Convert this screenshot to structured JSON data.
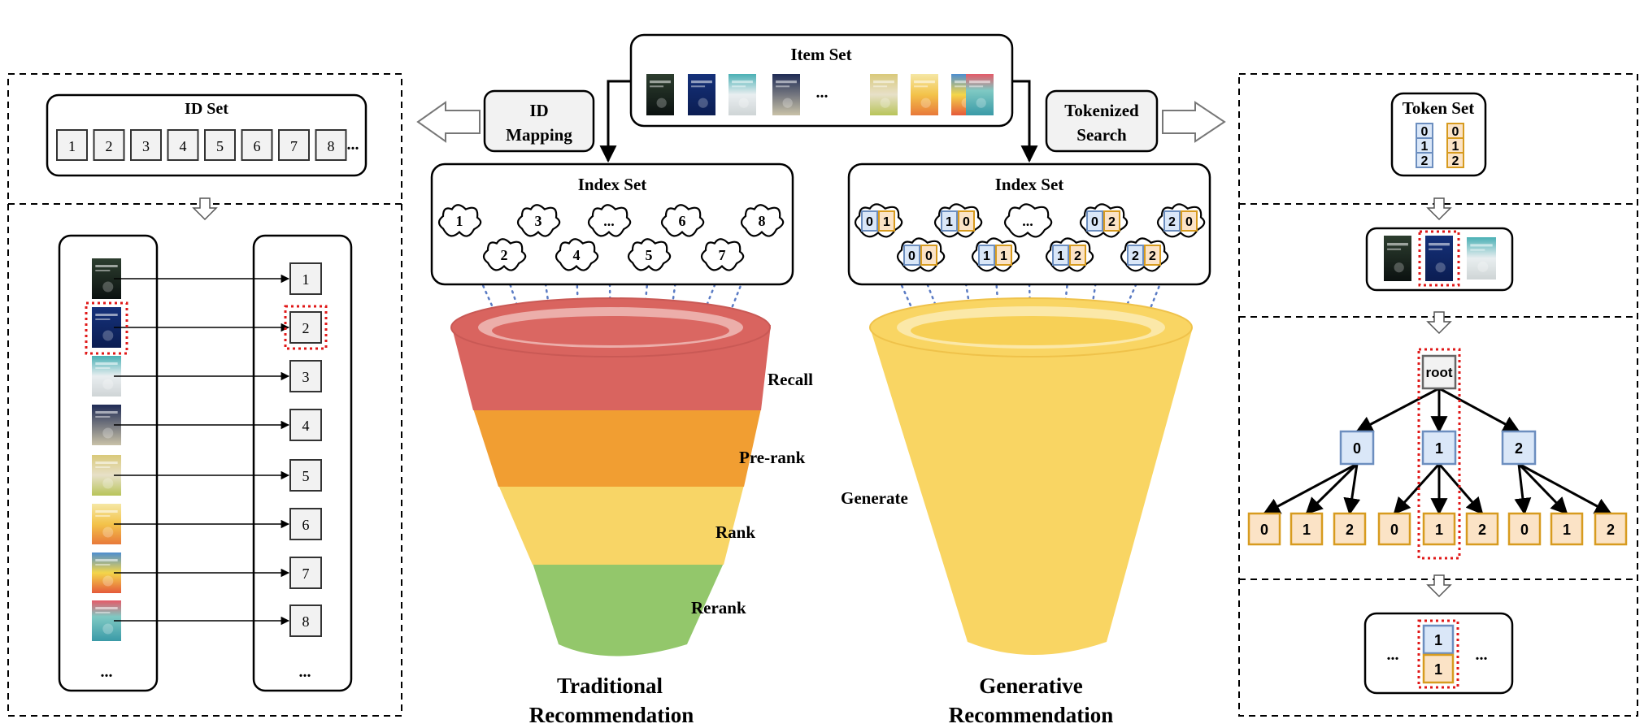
{
  "item_set": {
    "title": "Item Set",
    "ellipsis": "..."
  },
  "id_mapping": {
    "line1": "ID",
    "line2": "Mapping"
  },
  "tokenized_search": {
    "line1": "Tokenized",
    "line2": "Search"
  },
  "id_panel": {
    "title": "ID Set",
    "ids": [
      "1",
      "2",
      "3",
      "4",
      "5",
      "6",
      "7",
      "8"
    ],
    "ellipsis": "...",
    "mapped_ids": [
      "1",
      "2",
      "3",
      "4",
      "5",
      "6",
      "7",
      "8"
    ],
    "left_ellipsis": "...",
    "right_ellipsis": "..."
  },
  "traditional": {
    "index_title": "Index Set",
    "clouds_top": [
      "1",
      "3",
      "...",
      "6",
      "8"
    ],
    "clouds_bottom": [
      "2",
      "4",
      "5",
      "7"
    ],
    "stages": [
      "Recall",
      "Pre-rank",
      "Rank",
      "Rerank"
    ],
    "caption_line1": "Traditional",
    "caption_line2": "Recommendation"
  },
  "generative": {
    "index_title": "Index Set",
    "tokens_top": [
      [
        "0",
        "1"
      ],
      [
        "1",
        "0"
      ],
      [
        "..."
      ],
      [
        "0",
        "2"
      ],
      [
        "2",
        "0"
      ]
    ],
    "tokens_bottom": [
      [
        "0",
        "0"
      ],
      [
        "1",
        "1"
      ],
      [
        "1",
        "2"
      ],
      [
        "2",
        "2"
      ]
    ],
    "stage": "Generate",
    "caption_line1": "Generative",
    "caption_line2": "Recommendation"
  },
  "token_panel": {
    "title": "Token Set",
    "blue_tokens": [
      "0",
      "1",
      "2"
    ],
    "orange_tokens": [
      "0",
      "1",
      "2"
    ],
    "tree_root": "root",
    "tree_level1": [
      "0",
      "1",
      "2"
    ],
    "tree_level2": [
      "0",
      "1",
      "2",
      "0",
      "1",
      "2",
      "0",
      "1",
      "2"
    ],
    "result_blue": "1",
    "result_orange": "1",
    "result_left": "...",
    "result_right": "..."
  },
  "colors": {
    "recall_red": "#d9645f",
    "prerank_orange": "#f19e32",
    "rank_yellow": "#f8d566",
    "rerank_green": "#93c76b",
    "generate_yellow": "#f9d563",
    "token_blue_fill": "#dae7f8",
    "token_blue_stroke": "#6c8ebf",
    "token_orange_fill": "#fbe3c6",
    "token_orange_stroke": "#d79b1f",
    "highlight_red": "#e01818",
    "dotted_link": "#5a7bc4"
  }
}
